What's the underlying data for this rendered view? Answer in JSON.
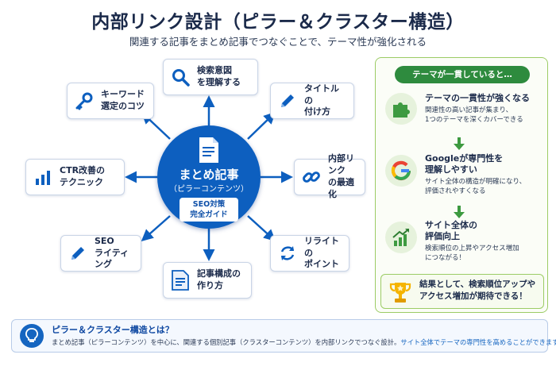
{
  "title": "内部リンク設計（ピラー＆クラスター構造）",
  "subtitle": "関連する記事をまとめ記事でつなぐことで、テーマ性が強化される",
  "hub": {
    "title": "まとめ記事",
    "subtitle": "（ピラーコンテンツ）",
    "badge": "SEO対策\n完全ガイド"
  },
  "clusters": [
    {
      "label": "検索意図\nを理解する",
      "icon": "magnifier-icon"
    },
    {
      "label": "タイトルの\n付け方",
      "icon": "pencil-icon"
    },
    {
      "label": "内部リンク\nの最適化",
      "icon": "link-icon"
    },
    {
      "label": "リライトの\nポイント",
      "icon": "refresh-icon"
    },
    {
      "label": "記事構成の\n作り方",
      "icon": "document-icon"
    },
    {
      "label": "SEO\nライティング",
      "icon": "pencil-icon"
    },
    {
      "label": "CTR改善の\nテクニック",
      "icon": "bar-chart-icon"
    },
    {
      "label": "キーワード\n選定のコツ",
      "icon": "key-icon"
    }
  ],
  "panel": {
    "title": "テーマが一貫していると…",
    "steps": [
      {
        "heading": "テーマの一貫性が強くなる",
        "desc": "関連性の高い記事が集まり、\n1つのテーマを深くカバーできる",
        "icon": "puzzle-icon"
      },
      {
        "heading": "Googleが専門性を\n理解しやすい",
        "desc": "サイト全体の構造が明確になり、\n評価されやすくなる",
        "icon": "google-icon"
      },
      {
        "heading": "サイト全体の\n評価向上",
        "desc": "検索順位の上昇やアクセス増加\nにつながる！",
        "icon": "growth-chart-icon"
      }
    ],
    "result": "結果として、検索順位アップや\nアクセス増加が期待できる！",
    "result_icon": "trophy-icon"
  },
  "bottom": {
    "title": "ピラー＆クラスター構造とは？",
    "text": "まとめ記事（ピラーコンテンツ）を中心に、関連する個別記事（クラスターコンテンツ）を内部リンクでつなぐ設計。",
    "highlight": "サイト全体でテーマの専門性を高めることができます。",
    "icon": "lightbulb-icon"
  },
  "colors": {
    "primary": "#0d5fbf",
    "green": "#2e8b3e",
    "border_green": "#9ccc65"
  }
}
